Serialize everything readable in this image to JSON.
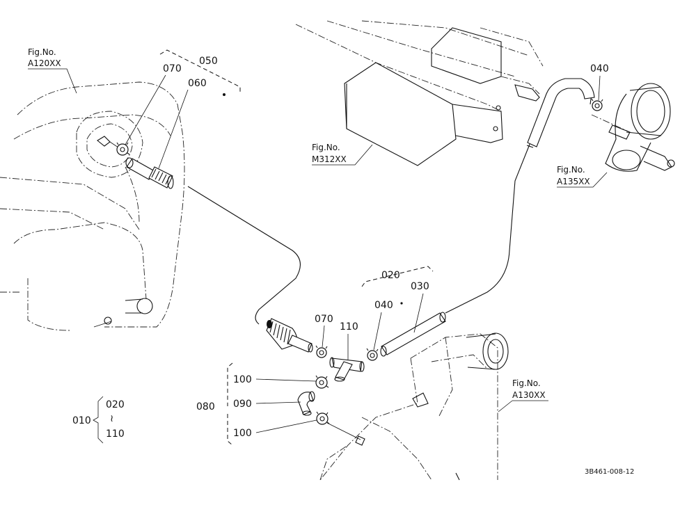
{
  "figure_refs": {
    "a120": {
      "label": "Fig.No.",
      "code": "A120XX"
    },
    "m312": {
      "label": "Fig.No.",
      "code": "M312XX"
    },
    "a135": {
      "label": "Fig.No.",
      "code": "A135XX"
    },
    "a130": {
      "label": "Fig.No.",
      "code": "A130XX"
    }
  },
  "callouts": {
    "p050": "050",
    "p070_top": "070",
    "p060": "060",
    "p040_top": "040",
    "p020": "020",
    "p040_mid": "040",
    "p030": "030",
    "p070_mid": "070",
    "p110": "110",
    "p100_a": "100",
    "p090": "090",
    "p100_b": "100",
    "p080": "080"
  },
  "assembly_range": {
    "id": "010",
    "from": "020",
    "tilde": "≀",
    "to": "110"
  },
  "diagram_code": "3B461-008-12"
}
